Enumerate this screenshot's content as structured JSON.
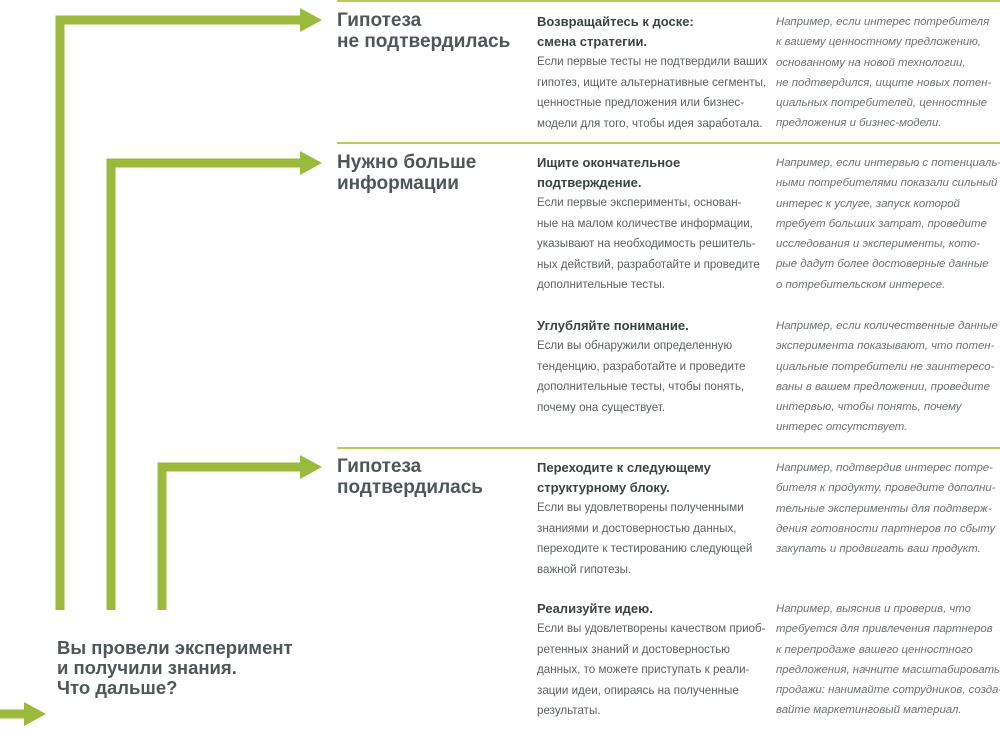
{
  "colors": {
    "accent": "#9bba3b",
    "rule": "#b7cd5a",
    "heading": "#4f5657"
  },
  "question": [
    "Вы провели эксперимент",
    "и получили знания.",
    "Что дальше?"
  ],
  "branches": [
    {
      "heading": [
        "Гипотеза",
        "не подтвердилась"
      ],
      "blocks": [
        {
          "title": [
            "Возвращайтесь к доске:",
            "смена стратегии."
          ],
          "text": [
            "Если первые тесты не подтвердили ваших",
            "гипотез, ищите альтернативные сегменты,",
            "ценностные предложения или бизнес-",
            "модели для того, чтобы идея заработала."
          ],
          "example": [
            "Например, если интерес потребителя",
            "к вашему ценностному предложению,",
            "основанному на новой технологии,",
            "не подтвердился, ищите новых потен-",
            "циальных потребителей, ценностные",
            "предложения и бизнес-модели."
          ]
        }
      ]
    },
    {
      "heading": [
        "Нужно больше",
        "информации"
      ],
      "blocks": [
        {
          "title": [
            "Ищите окончательное",
            "подтверждение."
          ],
          "text": [
            "Если первые эксперименты, основан-",
            "ные на малом количестве информации,",
            "указывают на необходимость решитель-",
            "ных действий, разработайте и проведите",
            "дополнительные тесты."
          ],
          "example": [
            "Например, если интервью с потенциаль-",
            "ными потребителями показали сильный",
            "интерес к услуге, запуск которой",
            "требует больших затрат, проведите",
            "исследования и эксперименты, кото-",
            "рые дадут более достоверные данные",
            "о потребительском интересе."
          ]
        },
        {
          "title": [
            "Углубляйте понимание."
          ],
          "text": [
            "Если вы обнаружили определенную",
            "тенденцию, разработайте и проведите",
            "дополнительные тесты, чтобы понять,",
            "почему она существует."
          ],
          "example": [
            "Например, если количественные данные",
            "эксперимента показывают, что потен-",
            "циальные потребители не заинтересо-",
            "ваны в вашем предложении, проведите",
            "интервью, чтобы понять, почему",
            "интерес отсутствует."
          ]
        }
      ]
    },
    {
      "heading": [
        "Гипотеза",
        "подтвердилась"
      ],
      "blocks": [
        {
          "title": [
            "Переходите к следующему",
            "структурному блоку."
          ],
          "text": [
            "Если вы удовлетворены полученными",
            "знаниями и достоверностью данных,",
            "переходите к тестированию следующей",
            "важной гипотезы."
          ],
          "example": [
            "Например, подтвердив интерес потре-",
            "бителя к продукту, проведите дополни-",
            "тельные эксперименты для подтверж-",
            "дения готовности партнеров по сбыту",
            "закупать и продвигать ваш продукт."
          ]
        },
        {
          "title": [
            "Реализуйте идею."
          ],
          "text": [
            "Если вы удовлетворены качеством приоб-",
            "ретенных знаний и достоверностью",
            "данных, то можете приступать к реали-",
            "зации идеи, опираясь на полученные",
            "результаты."
          ],
          "example": [
            "Например, выяснив и проверив, что",
            "требуется для привлечения партнеров",
            "к перепродаже вашего ценностного",
            "предложения, начните масштабировать",
            "продажи: нанимайте сотрудников, созда-",
            "вайте маркетинговый материал."
          ]
        }
      ]
    }
  ]
}
